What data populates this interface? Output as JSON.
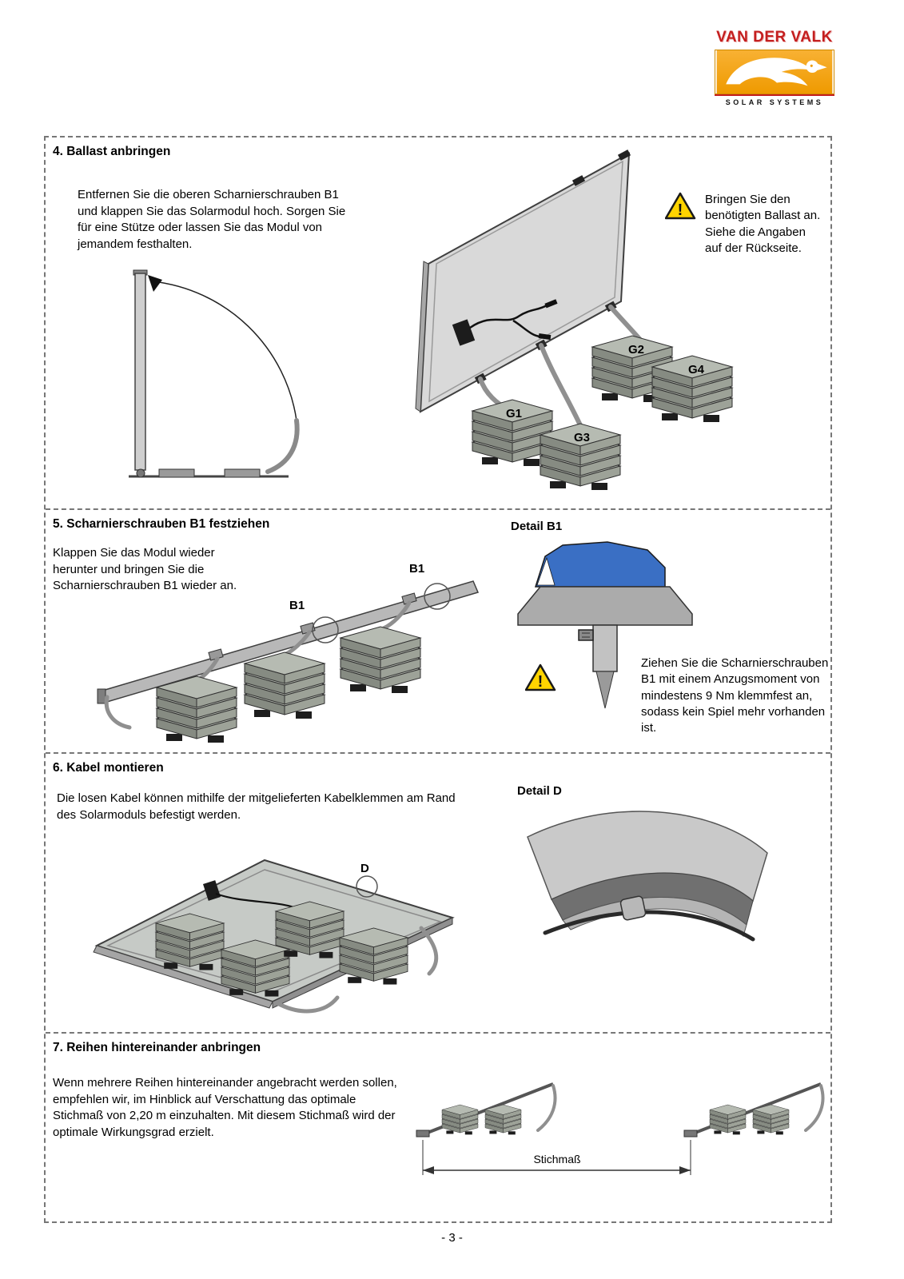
{
  "logo": {
    "brand": "VAN DER VALK",
    "tagline": "SOLAR SYSTEMS"
  },
  "sections": {
    "s4": {
      "title": "4. Ballast anbringen",
      "body": "Entfernen Sie die oberen Scharnierschrauben B1 und klappen Sie das Solarmodul hoch. Sorgen Sie für eine Stütze oder lassen Sie das Modul von jemandem festhalten.",
      "warning": "Bringen Sie den benötigten Ballast an. Siehe die Angaben auf der Rückseite.",
      "labels": {
        "g1": "G1",
        "g2": "G2",
        "g3": "G3",
        "g4": "G4"
      }
    },
    "s5": {
      "title": "5. Scharnierschrauben B1 festziehen",
      "body": "Klappen Sie das Modul wieder herunter und bringen Sie die Scharnierschrauben B1 wieder an.",
      "detail_title": "Detail B1",
      "labels": {
        "b1_left": "B1",
        "b1_right": "B1"
      },
      "warning": "Ziehen Sie die Scharnierschrauben B1 mit einem Anzugsmoment von mindestens 9 Nm klemmfest an, sodass kein Spiel mehr vorhanden ist."
    },
    "s6": {
      "title": "6. Kabel montieren",
      "body": "Die losen Kabel können mithilfe der mitgelieferten Kabelklemmen am Rand des Solarmoduls befestigt werden.",
      "detail_title": "Detail D",
      "labels": {
        "d": "D"
      }
    },
    "s7": {
      "title": "7. Reihen hintereinander anbringen",
      "body": "Wenn mehrere Reihen hintereinander angebracht werden sollen, empfehlen wir, im Hinblick auf Verschattung das optimale Stichmaß von 2,20 m einzuhalten. Mit diesem Stichmaß wird der optimale Wirkungsgrad erzielt.",
      "dimension_label": "Stichmaß"
    }
  },
  "footer": {
    "page_number": "- 3 -"
  },
  "colors": {
    "brand_red": "#c41e1e",
    "logo_orange": "#f29d00",
    "warning_yellow": "#ffd400",
    "detail_blue": "#3a6fc4"
  }
}
